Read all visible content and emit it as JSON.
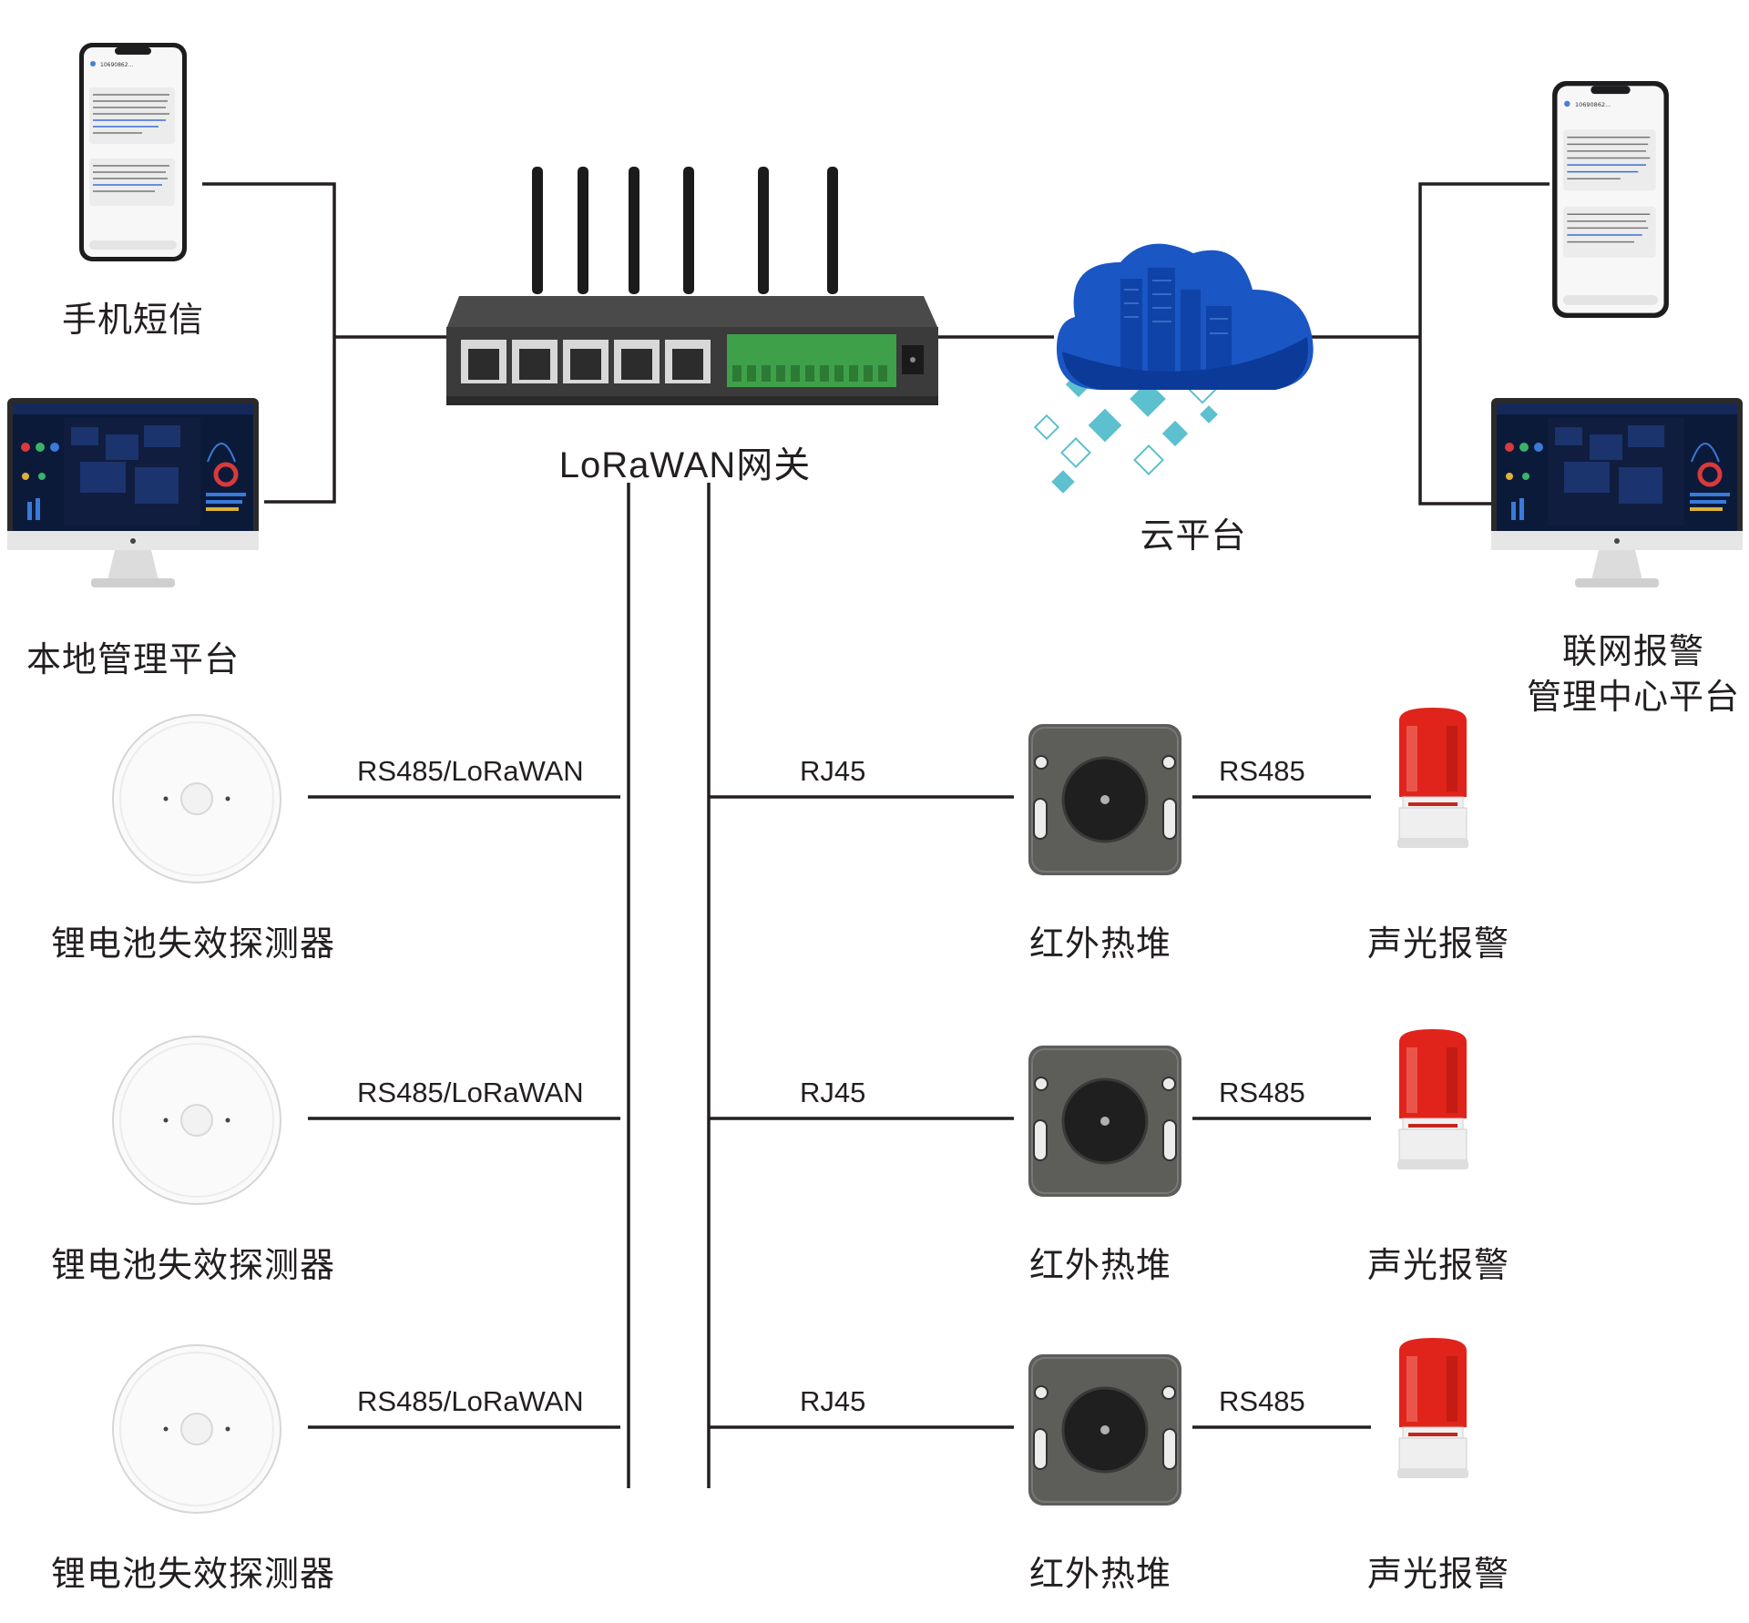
{
  "labels": {
    "phone_sms": "手机短信",
    "local_platform": "本地管理平台",
    "gateway": "LoRaWAN网关",
    "cloud": "云平台",
    "alarm_center_line1": "联网报警",
    "alarm_center_line2": "管理中心平台"
  },
  "rows": [
    {
      "detector": "锂电池失效探测器",
      "detector_link": "RS485/LoRaWAN",
      "gateway_link": "RJ45",
      "sensor": "红外热堆",
      "alarm_link": "RS485",
      "alarm": "声光报警"
    },
    {
      "detector": "锂电池失效探测器",
      "detector_link": "RS485/LoRaWAN",
      "gateway_link": "RJ45",
      "sensor": "红外热堆",
      "alarm_link": "RS485",
      "alarm": "声光报警"
    },
    {
      "detector": "锂电池失效探测器",
      "detector_link": "RS485/LoRaWAN",
      "gateway_link": "RJ45",
      "sensor": "红外热堆",
      "alarm_link": "RS485",
      "alarm": "声光报警"
    }
  ],
  "phone_screen": {
    "number": "10690862..."
  },
  "colors": {
    "line": "#231f20",
    "cloud": "#1a56c4",
    "cloud_dark": "#0b3a99",
    "tiles": "#5cc0cf",
    "gateway_body": "#3b3b3b",
    "terminal_green": "#3fa04a",
    "alarm_red": "#e0241b",
    "sensor_body": "#5d5d5a",
    "monitor_screen": "#0c1a3a"
  }
}
